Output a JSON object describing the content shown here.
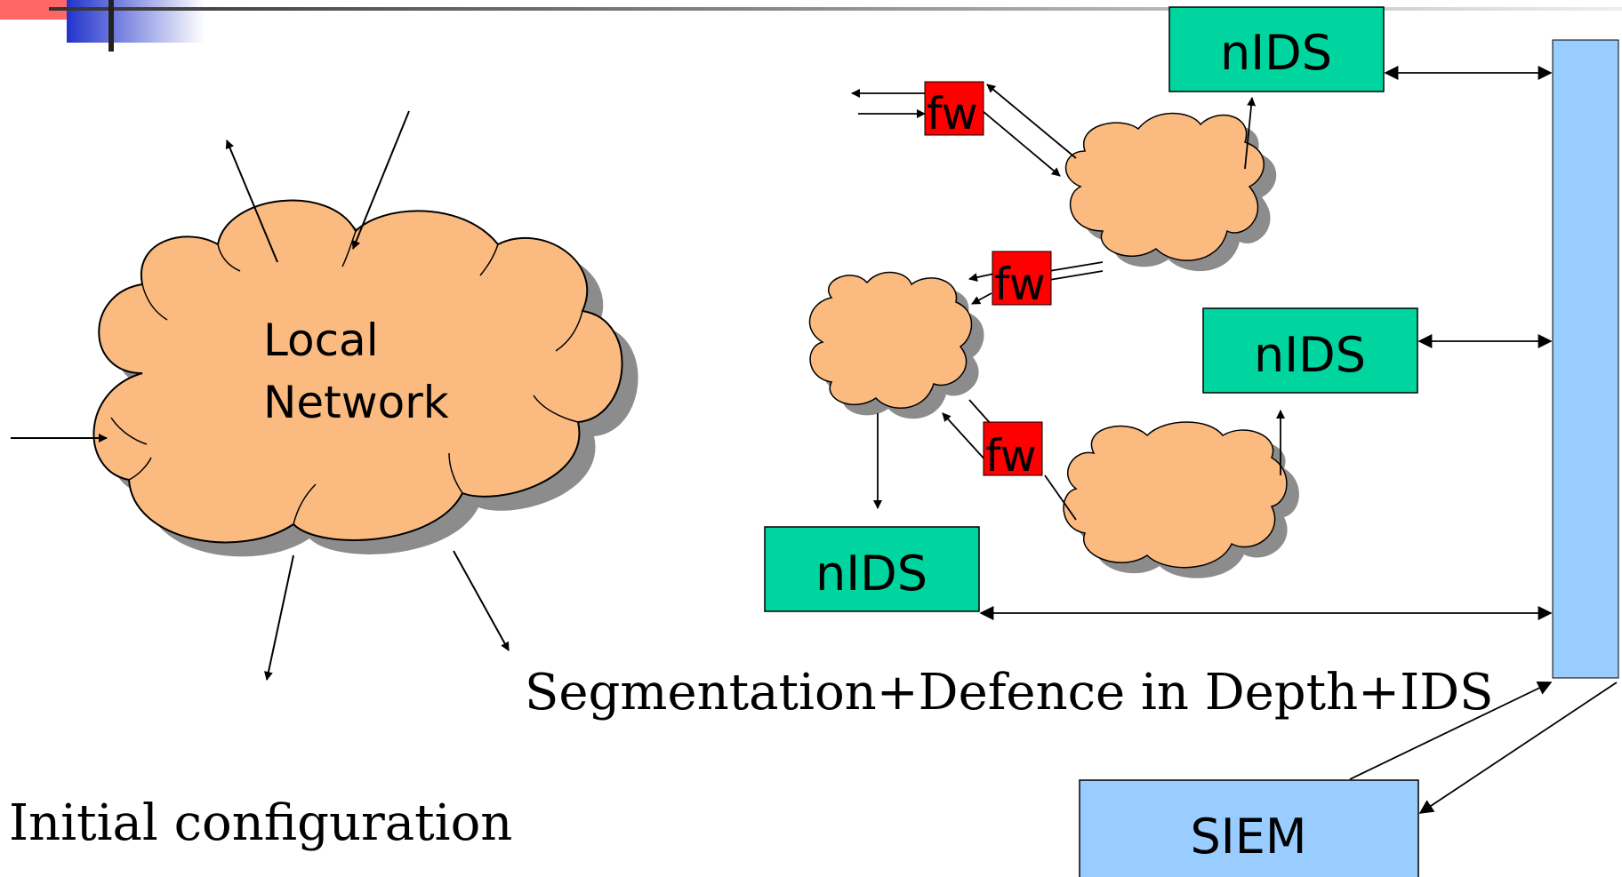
{
  "cloud": {
    "local_label_line1": "Local",
    "local_label_line2": "Network"
  },
  "nids": {
    "top_label": "nIDS",
    "middle_label": "nIDS",
    "bottom_label": "nIDS"
  },
  "firewalls": {
    "top_label": "fw",
    "middle_label": "fw",
    "bottom_label": "fw"
  },
  "siem": {
    "label": "SIEM"
  },
  "captions": {
    "right": "Segmentation+Defence in Depth+IDS",
    "left": "Initial configuration"
  },
  "colors": {
    "cloud_fill": "#fbbb80",
    "cloud_shadow": "#8c8c8c",
    "nids_fill": "#00d5a0",
    "firewall_fill": "#ff0000",
    "siem_fill": "#99ccff",
    "bar_fill": "#99ccff",
    "corner_red": "#ff6666",
    "corner_blue": "#2233cc"
  }
}
